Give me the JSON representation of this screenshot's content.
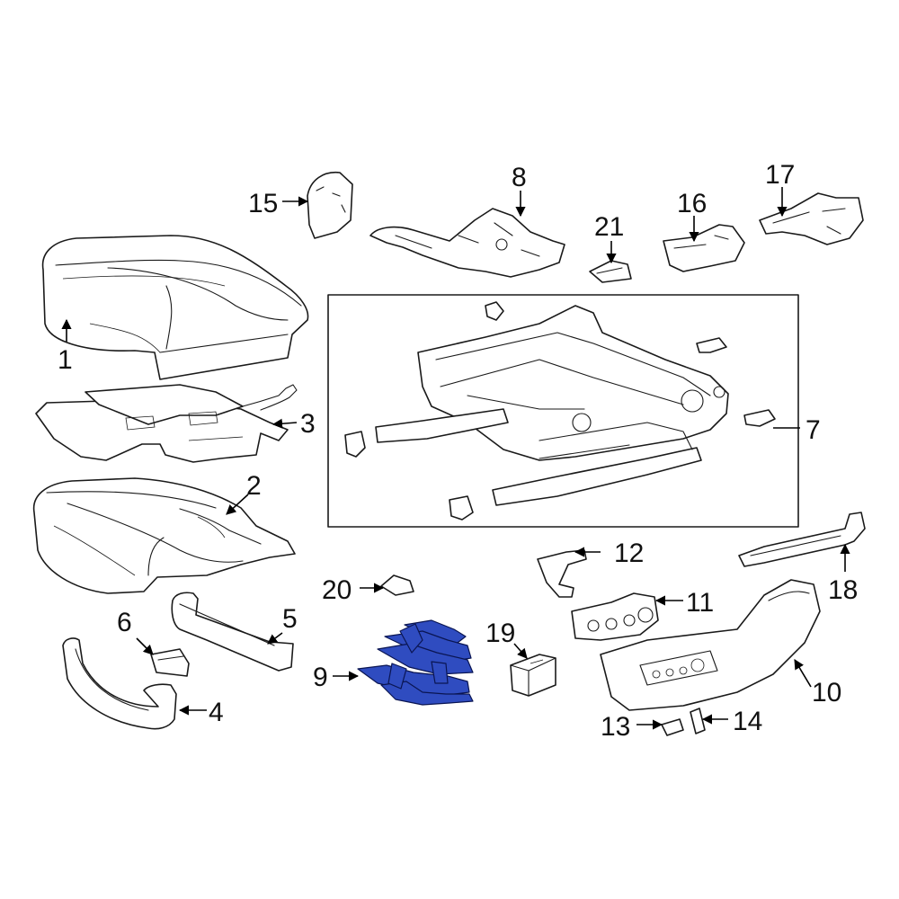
{
  "diagram": {
    "highlight_color": "#2f4cc0",
    "highlight_stroke": "#0a1552",
    "line_color": "#1a1a1a",
    "background": "#ffffff",
    "callouts": [
      {
        "id": "1",
        "label": "1"
      },
      {
        "id": "2",
        "label": "2"
      },
      {
        "id": "3",
        "label": "3"
      },
      {
        "id": "4",
        "label": "4"
      },
      {
        "id": "5",
        "label": "5"
      },
      {
        "id": "6",
        "label": "6"
      },
      {
        "id": "7",
        "label": "7"
      },
      {
        "id": "8",
        "label": "8"
      },
      {
        "id": "9",
        "label": "9",
        "highlighted": true
      },
      {
        "id": "10",
        "label": "10"
      },
      {
        "id": "11",
        "label": "11"
      },
      {
        "id": "12",
        "label": "12"
      },
      {
        "id": "13",
        "label": "13"
      },
      {
        "id": "14",
        "label": "14"
      },
      {
        "id": "15",
        "label": "15"
      },
      {
        "id": "16",
        "label": "16"
      },
      {
        "id": "17",
        "label": "17"
      },
      {
        "id": "18",
        "label": "18"
      },
      {
        "id": "19",
        "label": "19"
      },
      {
        "id": "20",
        "label": "20"
      },
      {
        "id": "21",
        "label": "21"
      }
    ]
  }
}
